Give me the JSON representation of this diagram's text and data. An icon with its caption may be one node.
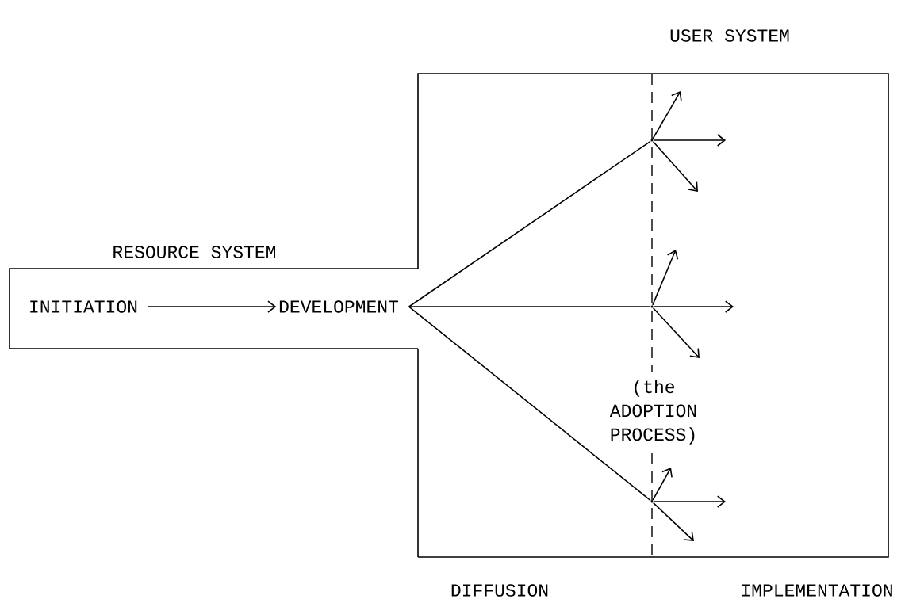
{
  "diagram": {
    "nodes": [
      {
        "text": [
          "USER SYSTEM"
        ]
      },
      {
        "text": [
          "RESOURCE SYSTEM"
        ]
      },
      {
        "text": [
          "INITIATION"
        ],
        "in": 1
      },
      {
        "text": [
          "DEVELOPMENT"
        ],
        "in": 1
      },
      {
        "text": [],
        "shape": "dot",
        "in": 0
      },
      {
        "text": [],
        "shape": "dot",
        "in": 0
      },
      {
        "text": [],
        "shape": "dot",
        "in": 0
      }
    ],
    "edges": [
      {
        "from": 2,
        "to": 3,
        "arrow": "to"
      },
      {
        "from": 3,
        "to": 4,
        "arrow": "none"
      },
      {
        "from": 3,
        "to": 5,
        "arrow": "none"
      },
      {
        "from": 3,
        "to": 6,
        "arrow": "none"
      },
      {
        "from": 4,
        "to": null,
        "arrow": "to"
      },
      {
        "from": 4,
        "to": null,
        "arrow": "to"
      },
      {
        "from": 4,
        "to": null,
        "arrow": "to"
      },
      {
        "from": 5,
        "to": null,
        "arrow": "to"
      },
      {
        "from": 5,
        "to": null,
        "arrow": "to"
      },
      {
        "from": 5,
        "to": null,
        "arrow": "to"
      },
      {
        "from": 6,
        "to": null,
        "arrow": "to"
      },
      {
        "from": 6,
        "to": null,
        "arrow": "to"
      },
      {
        "from": 6,
        "to": null,
        "arrow": "to"
      }
    ],
    "labels": [
      "(the ADOPTION PROCESS)",
      "DIFFUSION",
      "IMPLEMENTATION"
    ]
  }
}
